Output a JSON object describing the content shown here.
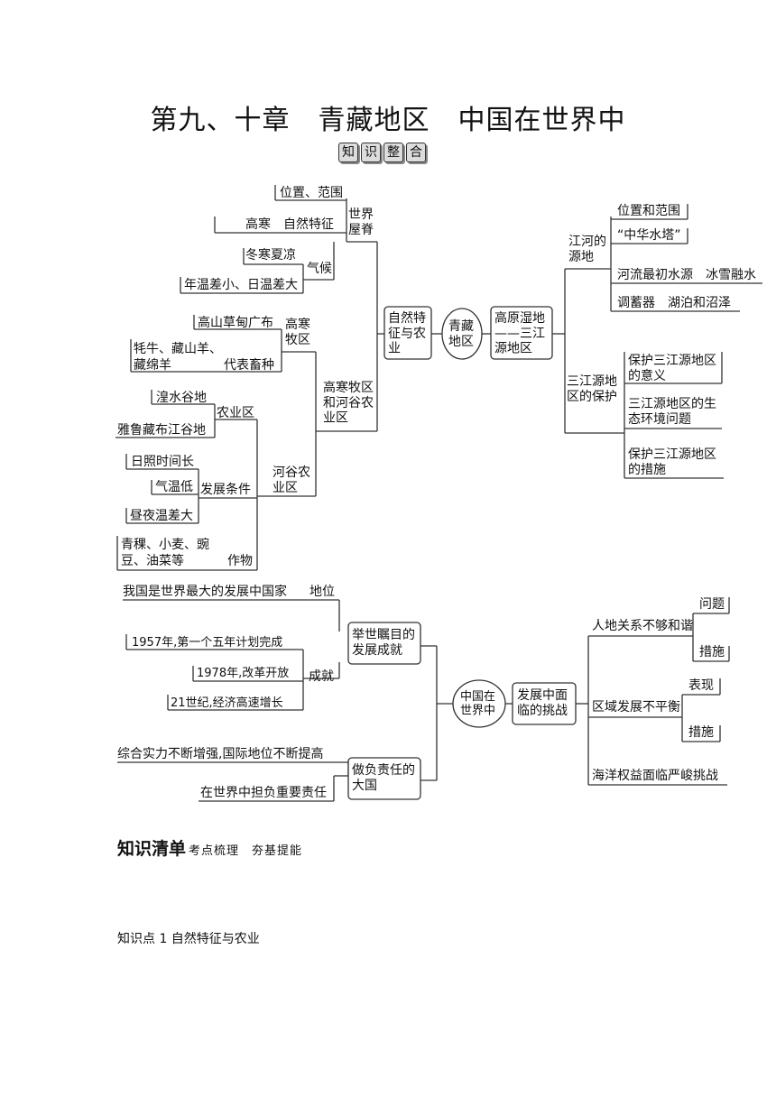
{
  "title": "第九、十章　青藏地区　中国在世界中",
  "badges": [
    "知",
    "识",
    "整",
    "合"
  ],
  "diagram1": {
    "center": "青藏\n地区",
    "left_node": "自然特\n征与农\n业",
    "roof": "世界\n屋脊",
    "pos": "位置、范围",
    "natural_label": "高寒　自然特征",
    "climate": "气候",
    "cold_summer": "冬寒夏凉",
    "temp_diff": "年温差小、日温差大",
    "agri": "高寒牧区\n和河谷农\n业区",
    "pasture": "高寒\n牧区",
    "meadow": "高山草甸广布",
    "livestock_a": "牦牛、藏山羊、",
    "livestock_b": "藏绵羊",
    "rep_livestock": "代表畜种",
    "valley": "河谷农\n业区",
    "farm_zone": "农业区",
    "huangshui": "湟水谷地",
    "yarlung": "雅鲁藏布江谷地",
    "dev_cond": "发展条件",
    "sunshine": "日照时间长",
    "low_temp": "气温低",
    "day_night": "昼夜温差大",
    "crops_a": "青稞、小麦、豌",
    "crops_b": "豆、油菜等",
    "crops_label": "作物",
    "right_node": "高原湿地\n——三江\n源地区",
    "river_source": "江河的\n源地",
    "pos_range": "位置和范围",
    "water_tower": "“中华水塔”",
    "initial": "河流最初水源　冰雪融水",
    "regulator": "调蓄器　湖泊和沼泽",
    "protection": "三江源地\n区的保护",
    "p1": "保护三江源地区\n的意义",
    "p2": "三江源地区的生\n态环境问题",
    "p3": "保护三江源地区\n的措施"
  },
  "diagram2": {
    "center": "中国在\n世界中",
    "achieve": "举世瞩目的\n发展成就",
    "status_line": "我国是世界最大的发展中国家",
    "status": "地位",
    "achv_label": "成就",
    "a1": "1957年,第一个五年计划完成",
    "a2": "1978年,改革开放",
    "a3": "21世纪,经济高速增长",
    "responsible": "做负责任的\n大国",
    "r1": "综合实力不断增强,国际地位不断提高",
    "r2": "在世界中担负重要责任",
    "challenges": "发展中面\n临的挑战",
    "c1": "人地关系不够和谐",
    "c1a": "问题",
    "c1b": "措施",
    "c2": "区域发展不平衡",
    "c2a": "表现",
    "c2b": "措施",
    "c3": "海洋权益面临严峻挑战"
  },
  "section": {
    "main": "知识清单",
    "sub": "考点梳理　夯基提能"
  },
  "knowledge_point": "知识点 1 自然特征与农业"
}
